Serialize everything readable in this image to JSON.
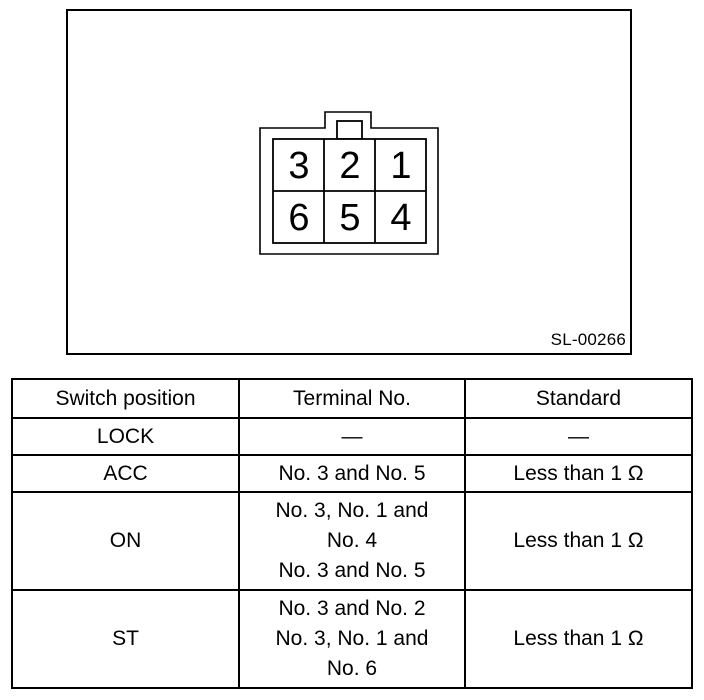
{
  "figure": {
    "code": "SL-00266",
    "pins_top": [
      "3",
      "2",
      "1"
    ],
    "pins_bottom": [
      "6",
      "5",
      "4"
    ]
  },
  "table": {
    "headers": [
      "Switch position",
      "Terminal No.",
      "Standard"
    ],
    "rows": [
      {
        "position": "LOCK",
        "terminal": [
          "—"
        ],
        "standard": "—"
      },
      {
        "position": "ACC",
        "terminal": [
          "No. 3 and No. 5"
        ],
        "standard": "Less than 1 Ω"
      },
      {
        "position": "ON",
        "terminal": [
          "No. 3, No. 1 and",
          "No. 4",
          "No. 3 and No. 5"
        ],
        "standard": "Less than 1 Ω"
      },
      {
        "position": "ST",
        "terminal": [
          "No. 3 and No. 2",
          "No. 3, No. 1 and",
          "No. 6"
        ],
        "standard": "Less than 1 Ω"
      }
    ]
  }
}
